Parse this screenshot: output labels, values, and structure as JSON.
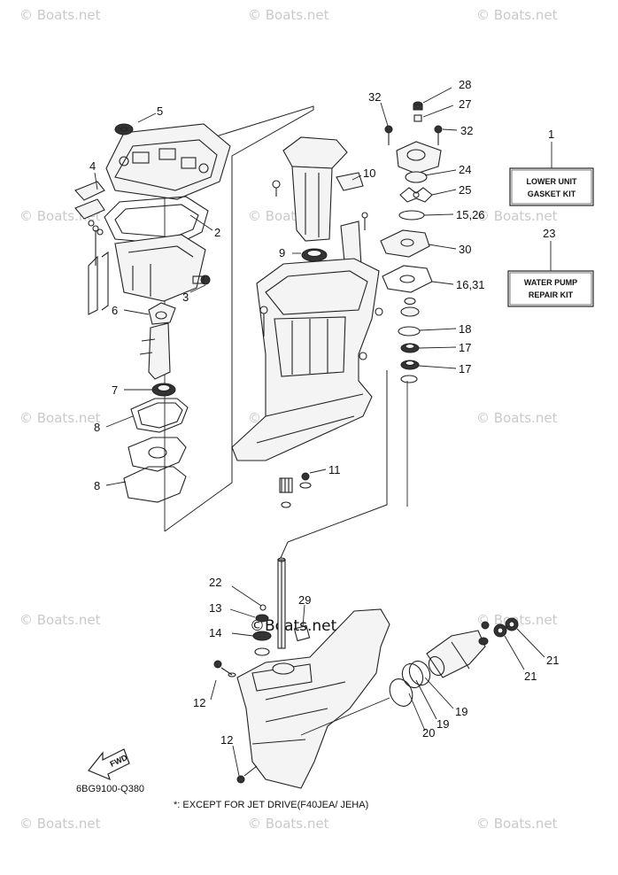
{
  "watermark": "© Boats.net",
  "center_mark": "©Boats.net",
  "kits": {
    "lower_unit": {
      "ref": "1",
      "line1": "LOWER UNIT",
      "line2": "GASKET KIT"
    },
    "water_pump": {
      "ref": "23",
      "line1": "WATER PUMP",
      "line2": "REPAIR KIT"
    }
  },
  "callouts": {
    "c2": "2",
    "c3": "3",
    "c4": "4",
    "c5": "5",
    "c6": "6",
    "c7": "7",
    "c8a": "8",
    "c8b": "8",
    "c9": "9",
    "c10": "10",
    "c11": "11",
    "c12a": "12",
    "c12b": "12",
    "c13": "13",
    "c14": "14",
    "c1526": "15,26",
    "c1631": "16,31",
    "c17a": "17",
    "c17b": "17",
    "c18": "18",
    "c19a": "19",
    "c19b": "19",
    "c20": "20",
    "c21a": "21",
    "c21b": "21",
    "c22": "22",
    "c24": "24",
    "c25": "25",
    "c27": "27",
    "c28": "28",
    "c29": "29",
    "c30": "30",
    "c32a": "32",
    "c32b": "32"
  },
  "diagram_code": "6BG9100-Q380",
  "footnote": "*: EXCEPT FOR JET DRIVE(F40JEA/ JEHA)",
  "fwd_label": "FWD"
}
